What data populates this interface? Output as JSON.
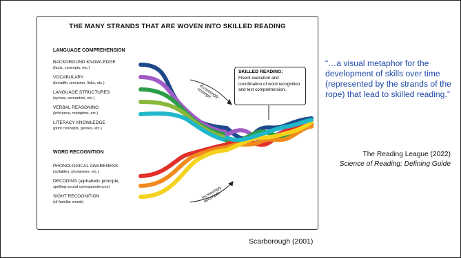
{
  "figure": {
    "title": "THE MANY STRANDS THAT ARE WOVEN INTO SKILLED READING",
    "language_comprehension": {
      "heading": "LANGUAGE COMPREHENSION",
      "items": [
        {
          "label": "BACKGROUND KNOWLEDGE",
          "sub": "(facts, concepts, etc.)"
        },
        {
          "label": "VOCABULARY",
          "sub": "(breadth, precision, links, etc.)"
        },
        {
          "label": "LANGUAGE STRUCTURES",
          "sub": "(syntax, semantics, etc.)"
        },
        {
          "label": "VERBAL REASONING",
          "sub": "(inference, metaphor, etc.)"
        },
        {
          "label": "LITERACY KNOWLEDGE",
          "sub": "(print concepts, genres, etc.)"
        }
      ]
    },
    "word_recognition": {
      "heading": "WORD RECOGNITION",
      "items": [
        {
          "label": "PHONOLOGICAL AWARENESS",
          "sub": "(syllables, phonemes, etc.)"
        },
        {
          "label": "DECODING (alphabetic principle,",
          "sub": "spelling-sound correspondences)"
        },
        {
          "label": "SIGHT RECOGNITION",
          "sub": "(of familiar words)"
        }
      ]
    },
    "arrow_top_line1": "increasingly",
    "arrow_top_line2": "strategic",
    "arrow_bottom_line1": "increasingly",
    "arrow_bottom_line2": "automatic",
    "box_title": "SKILLED READING:",
    "box_body": "Fluent execution and coordination of word recognition and text comprehension.",
    "strand_colors": {
      "upper": [
        "#1f4a8a",
        "#a05bc4",
        "#2e9e4a",
        "#8ab83a",
        "#1fb7c9"
      ],
      "lower": [
        "#e0302a",
        "#f08a1d",
        "#f4d21e"
      ]
    }
  },
  "credit": "Scarborough (2001)",
  "quote": "“…a visual metaphor for the development of skills over time (represented by the strands of the rope) that lead to skilled reading.”",
  "source_line1": "The Reading League (2022)",
  "source_line2": "Science of Reading: Defining Guide"
}
